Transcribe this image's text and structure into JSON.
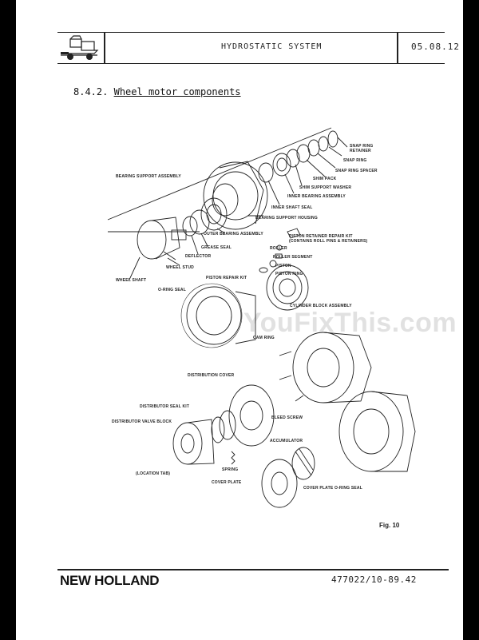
{
  "header": {
    "title": "HYDROSTATIC SYSTEM",
    "page_number": "05.08.12",
    "logo": "harvester-logo"
  },
  "section": {
    "number": "8.4.2.",
    "title": "Wheel motor components"
  },
  "labels": {
    "snap_ring_retainer_1": "SNAP RING",
    "snap_ring_retainer_2": "RETAINER",
    "snap_ring": "SNAP RING",
    "snap_ring_spacer": "SNAP RING SPACER",
    "shim_pack": "SHIM PACK",
    "shim_support_washer": "SHIM SUPPORT WASHER",
    "inner_bearing_assembly": "INNER BEARING ASSEMBLY",
    "bearing_support_assembly": "BEARING SUPPORT ASSEMBLY",
    "inner_shaft_seal": "INNER SHAFT SEAL",
    "bearing_support_housing": "BEARING SUPPORT HOUSING",
    "outer_bearing_assembly": "OUTER BEARING ASSEMBLY",
    "piston_retainer_kit_1": "PISTON RETAINER REPAIR KIT",
    "piston_retainer_kit_2": "(CONTAINS ROLL PINS & RETAINERS)",
    "grease_seal": "GREASE SEAL",
    "deflector": "DEFLECTOR",
    "roller": "ROLLER",
    "roller_segment": "ROLLER SEGMENT",
    "wheel_stud": "WHEEL STUD",
    "piston": "PISTON",
    "piston_ring": "PISTON RING",
    "piston_repair_kit": "PISTON REPAIR KIT",
    "wheel_shaft": "WHEEL SHAFT",
    "o_ring_seal": "O-RING SEAL",
    "cylinder_block_assembly": "CYLINDER BLOCK ASSEMBLY",
    "cam_ring": "CAM RING",
    "distribution_cover": "DISTRIBUTION COVER",
    "distributor_seal_kit": "DISTRIBUTOR SEAL KIT",
    "bleed_screw": "BLEED SCREW",
    "distributor_valve_block": "DISTRIBUTOR VALVE BLOCK",
    "accumulator": "ACCUMULATOR",
    "spring": "SPRING",
    "location_tab": "(LOCATION TAB)",
    "cover_plate": "COVER PLATE",
    "cover_plate_o_ring_seal": "COVER PLATE O-RING SEAL"
  },
  "figure_label": "Fig. 10",
  "footer": {
    "brand": "NEW HOLLAND",
    "doc_number": "477022/10-89.42"
  },
  "watermark": "YouFixThis.com"
}
